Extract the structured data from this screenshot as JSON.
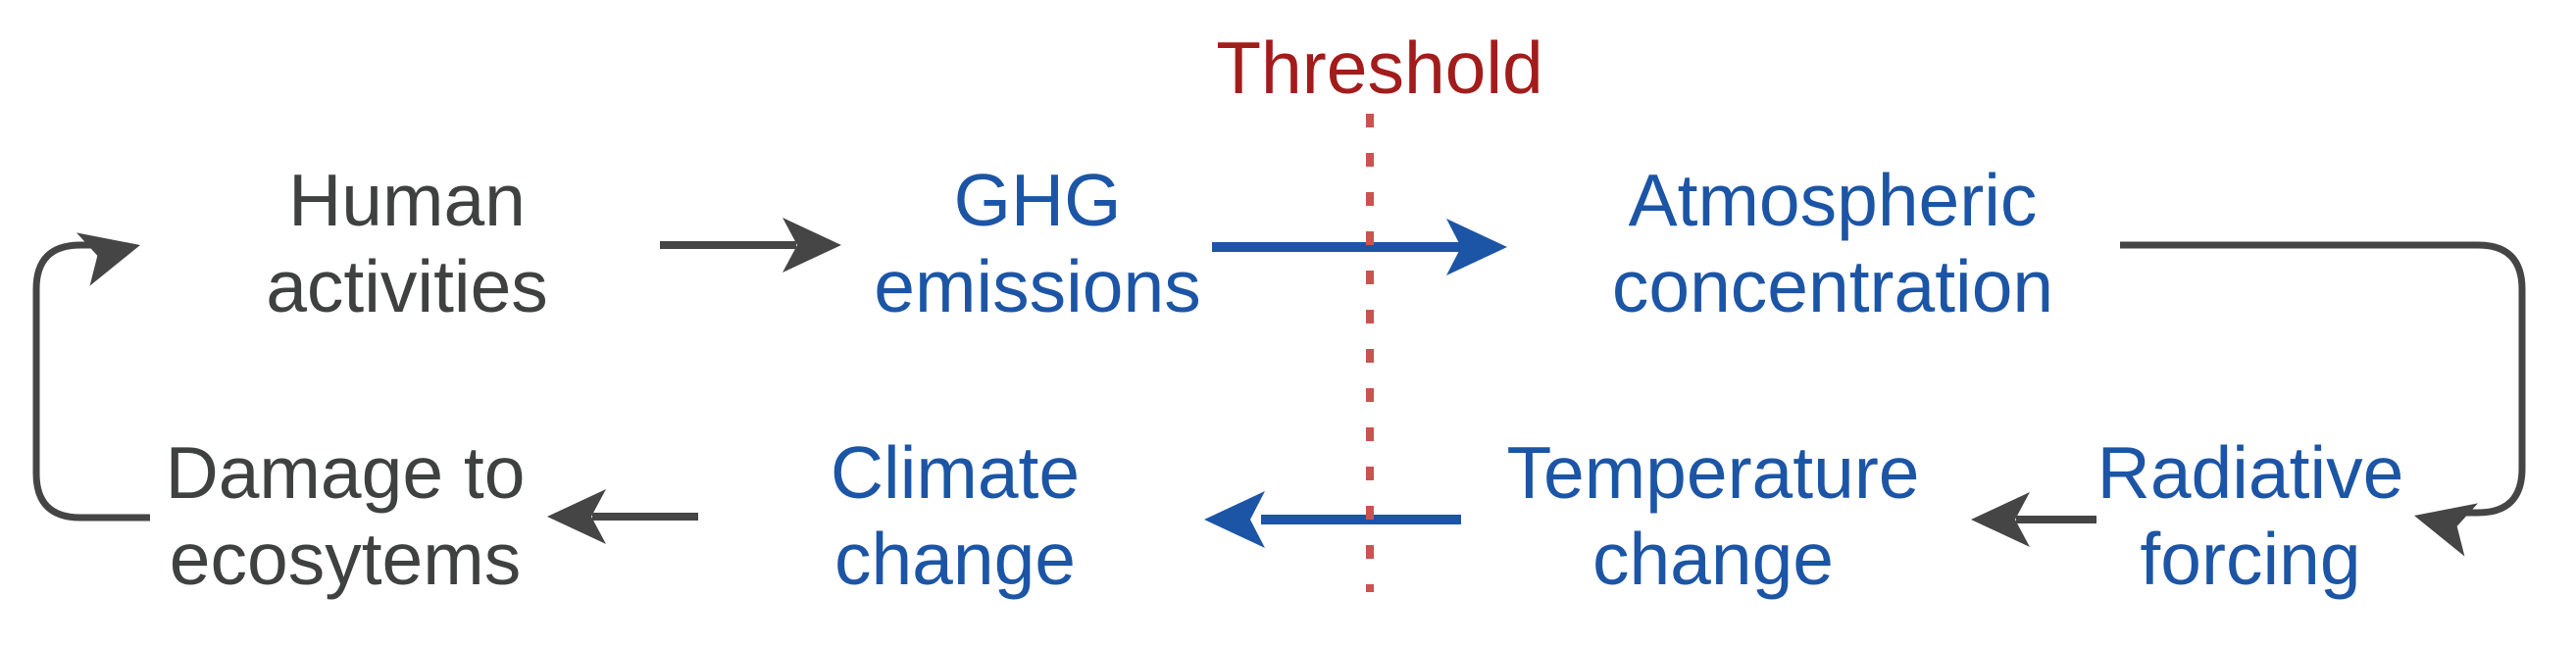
{
  "diagram": {
    "threshold": {
      "label": "Threshold"
    },
    "nodes": {
      "human_activities": {
        "line1": "Human",
        "line2": "activities"
      },
      "ghg_emissions": {
        "line1": "GHG",
        "line2": "emissions"
      },
      "atmospheric_concentration": {
        "line1": "Atmospheric",
        "line2": "concentration"
      },
      "radiative_forcing": {
        "line1": "Radiative",
        "line2": "forcing"
      },
      "temperature_change": {
        "line1": "Temperature",
        "line2": "change"
      },
      "climate_change": {
        "line1": "Climate",
        "line2": "change"
      },
      "damage_to_ecosystems": {
        "line1": "Damage to",
        "line2": "ecosytems"
      }
    },
    "edges": [
      {
        "from": "human_activities",
        "to": "ghg_emissions",
        "color": "gray",
        "crosses_threshold": false
      },
      {
        "from": "ghg_emissions",
        "to": "atmospheric_concentration",
        "color": "blue",
        "crosses_threshold": true
      },
      {
        "from": "atmospheric_concentration",
        "to": "radiative_forcing",
        "color": "gray",
        "crosses_threshold": false
      },
      {
        "from": "radiative_forcing",
        "to": "temperature_change",
        "color": "gray",
        "crosses_threshold": false
      },
      {
        "from": "temperature_change",
        "to": "climate_change",
        "color": "blue",
        "crosses_threshold": true
      },
      {
        "from": "climate_change",
        "to": "damage_to_ecosystems",
        "color": "gray",
        "crosses_threshold": false
      },
      {
        "from": "damage_to_ecosystems",
        "to": "human_activities",
        "color": "gray",
        "crosses_threshold": false
      }
    ],
    "colors": {
      "gray_text": "#3f4040",
      "blue_text": "#1c55a5",
      "gray_line": "#454545",
      "blue_line": "#1c55a5",
      "threshold_text": "#a31c1c",
      "threshold_line": "#c9534f",
      "background": "#ffffff"
    }
  }
}
